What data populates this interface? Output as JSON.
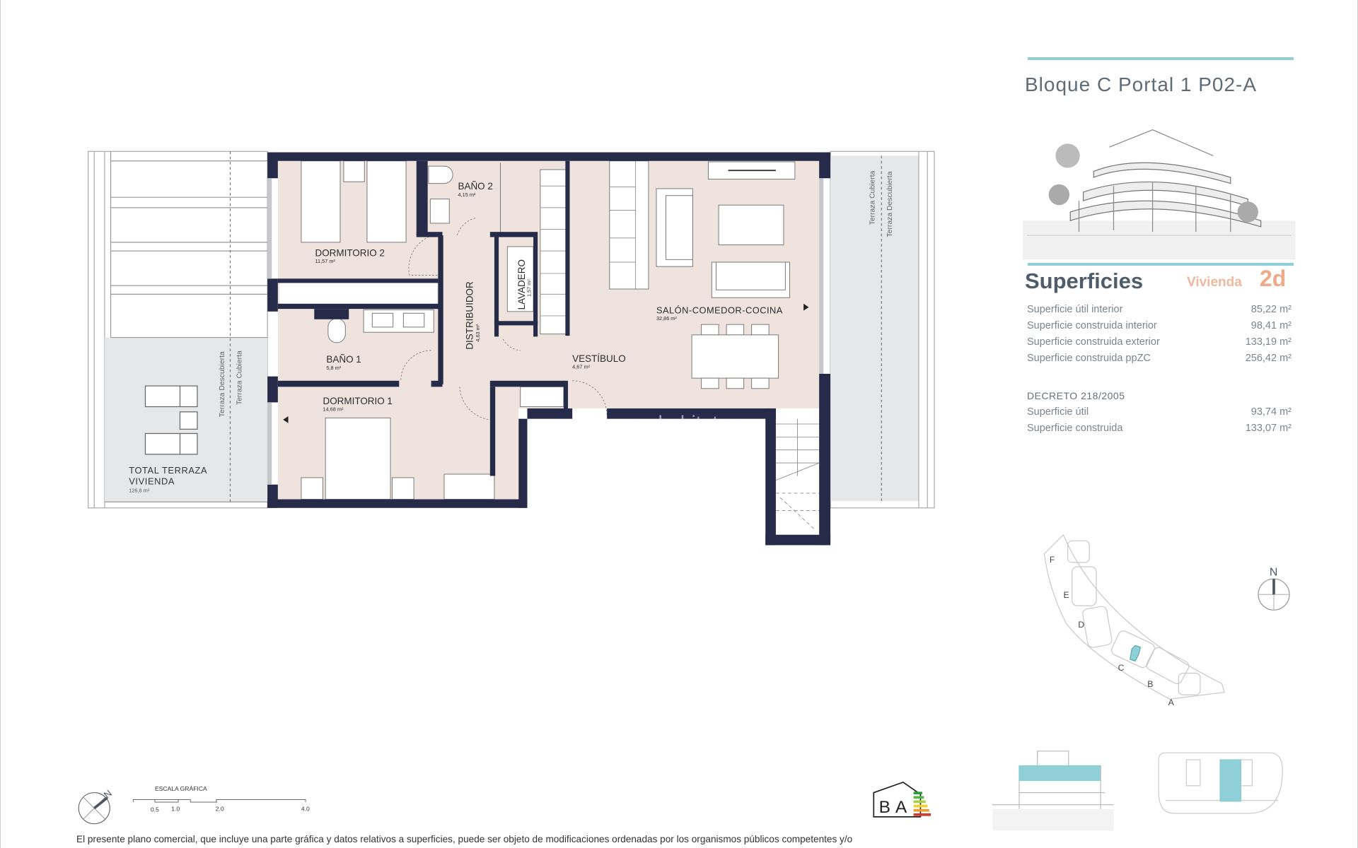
{
  "header": {
    "title": "Bloque C Portal 1 P02-A"
  },
  "surfaces": {
    "title": "Superficies",
    "unit_label": "Vivienda",
    "unit_type": "2d",
    "rows": [
      {
        "label": "Superficie útil interior",
        "value": "85,22 m²"
      },
      {
        "label": "Superficie construida interior",
        "value": "98,41 m²"
      },
      {
        "label": "Superficie construida exterior",
        "value": "133,19 m²"
      },
      {
        "label": "Superficie construida ppZC",
        "value": "256,42 m²"
      }
    ],
    "decree_title": "DECRETO 218/2005",
    "decree_rows": [
      {
        "label": "Superficie útil",
        "value": "93,74 m²"
      },
      {
        "label": "Superficie construida",
        "value": "133,07 m²"
      }
    ]
  },
  "plan": {
    "rooms": [
      {
        "name": "DORMITORIO 2",
        "area": "11,57 m²"
      },
      {
        "name": "BAÑO 2",
        "area": "4,15 m²"
      },
      {
        "name": "LAVADERO",
        "area": "1,57 m²"
      },
      {
        "name": "DISTRIBUIDOR",
        "area": "4,63 m²"
      },
      {
        "name": "BAÑO 1",
        "area": "5,8 m²"
      },
      {
        "name": "DORMITORIO 1",
        "area": "14,68 m²"
      },
      {
        "name": "VESTÍBULO",
        "area": "4,67 m²"
      },
      {
        "name": "SALÓN-COMEDOR-COCINA",
        "area": "32,86 m²"
      }
    ],
    "terrace_total": {
      "line1": "TOTAL  TERRAZA",
      "line2": "VIVIENDA",
      "area": "126,8 m²"
    },
    "terrace_labels": {
      "uncovered": "Terraza Descubierta",
      "covered": "Terraza Cubierta"
    },
    "watermark": "www.newhabitat.es"
  },
  "scale": {
    "title": "ESCALA GRÁFICA",
    "ticks": [
      "0.5",
      "1.0",
      "2.0",
      "4.0"
    ],
    "north": "N"
  },
  "site_map": {
    "blocks": [
      "F",
      "E",
      "D",
      "C",
      "B",
      "A"
    ],
    "north": "N",
    "highlight_color": "#8fd0d8"
  },
  "energy": {
    "letters": [
      "B",
      "A"
    ]
  },
  "colors": {
    "wall": "#272b4a",
    "interior": "#efe4dd",
    "accent": "#8fcfd6",
    "terrace": "#e6e7e9"
  },
  "disclaimer": "El presente plano comercial, que incluye una parte gráfica y datos relativos a superficies, puede ser objeto de modificaciones ordenadas por los organismos públicos competentes y/o"
}
